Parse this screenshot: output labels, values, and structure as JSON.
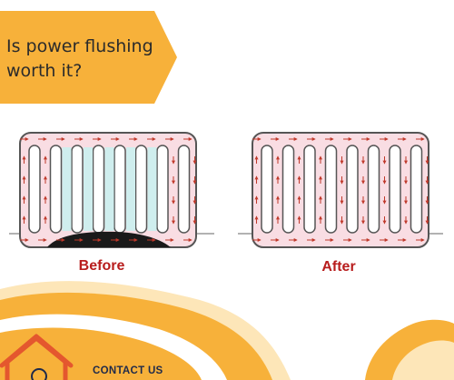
{
  "banner": {
    "line1": "Is power flushing",
    "line2": "worth it?",
    "color": "#f7b13a"
  },
  "radiators": {
    "before_label": "Before",
    "after_label": "After",
    "water_color": "#f9dde3",
    "sludge_color": "#1a1a1a",
    "clear_tube_color": "#cfeeee",
    "arrow_color": "#c0392b"
  },
  "footer": {
    "contact_label": "CONTACT US",
    "house_icon": "house-icon",
    "contact_icon": "phone-icon",
    "accent_color": "#f7b13a"
  }
}
